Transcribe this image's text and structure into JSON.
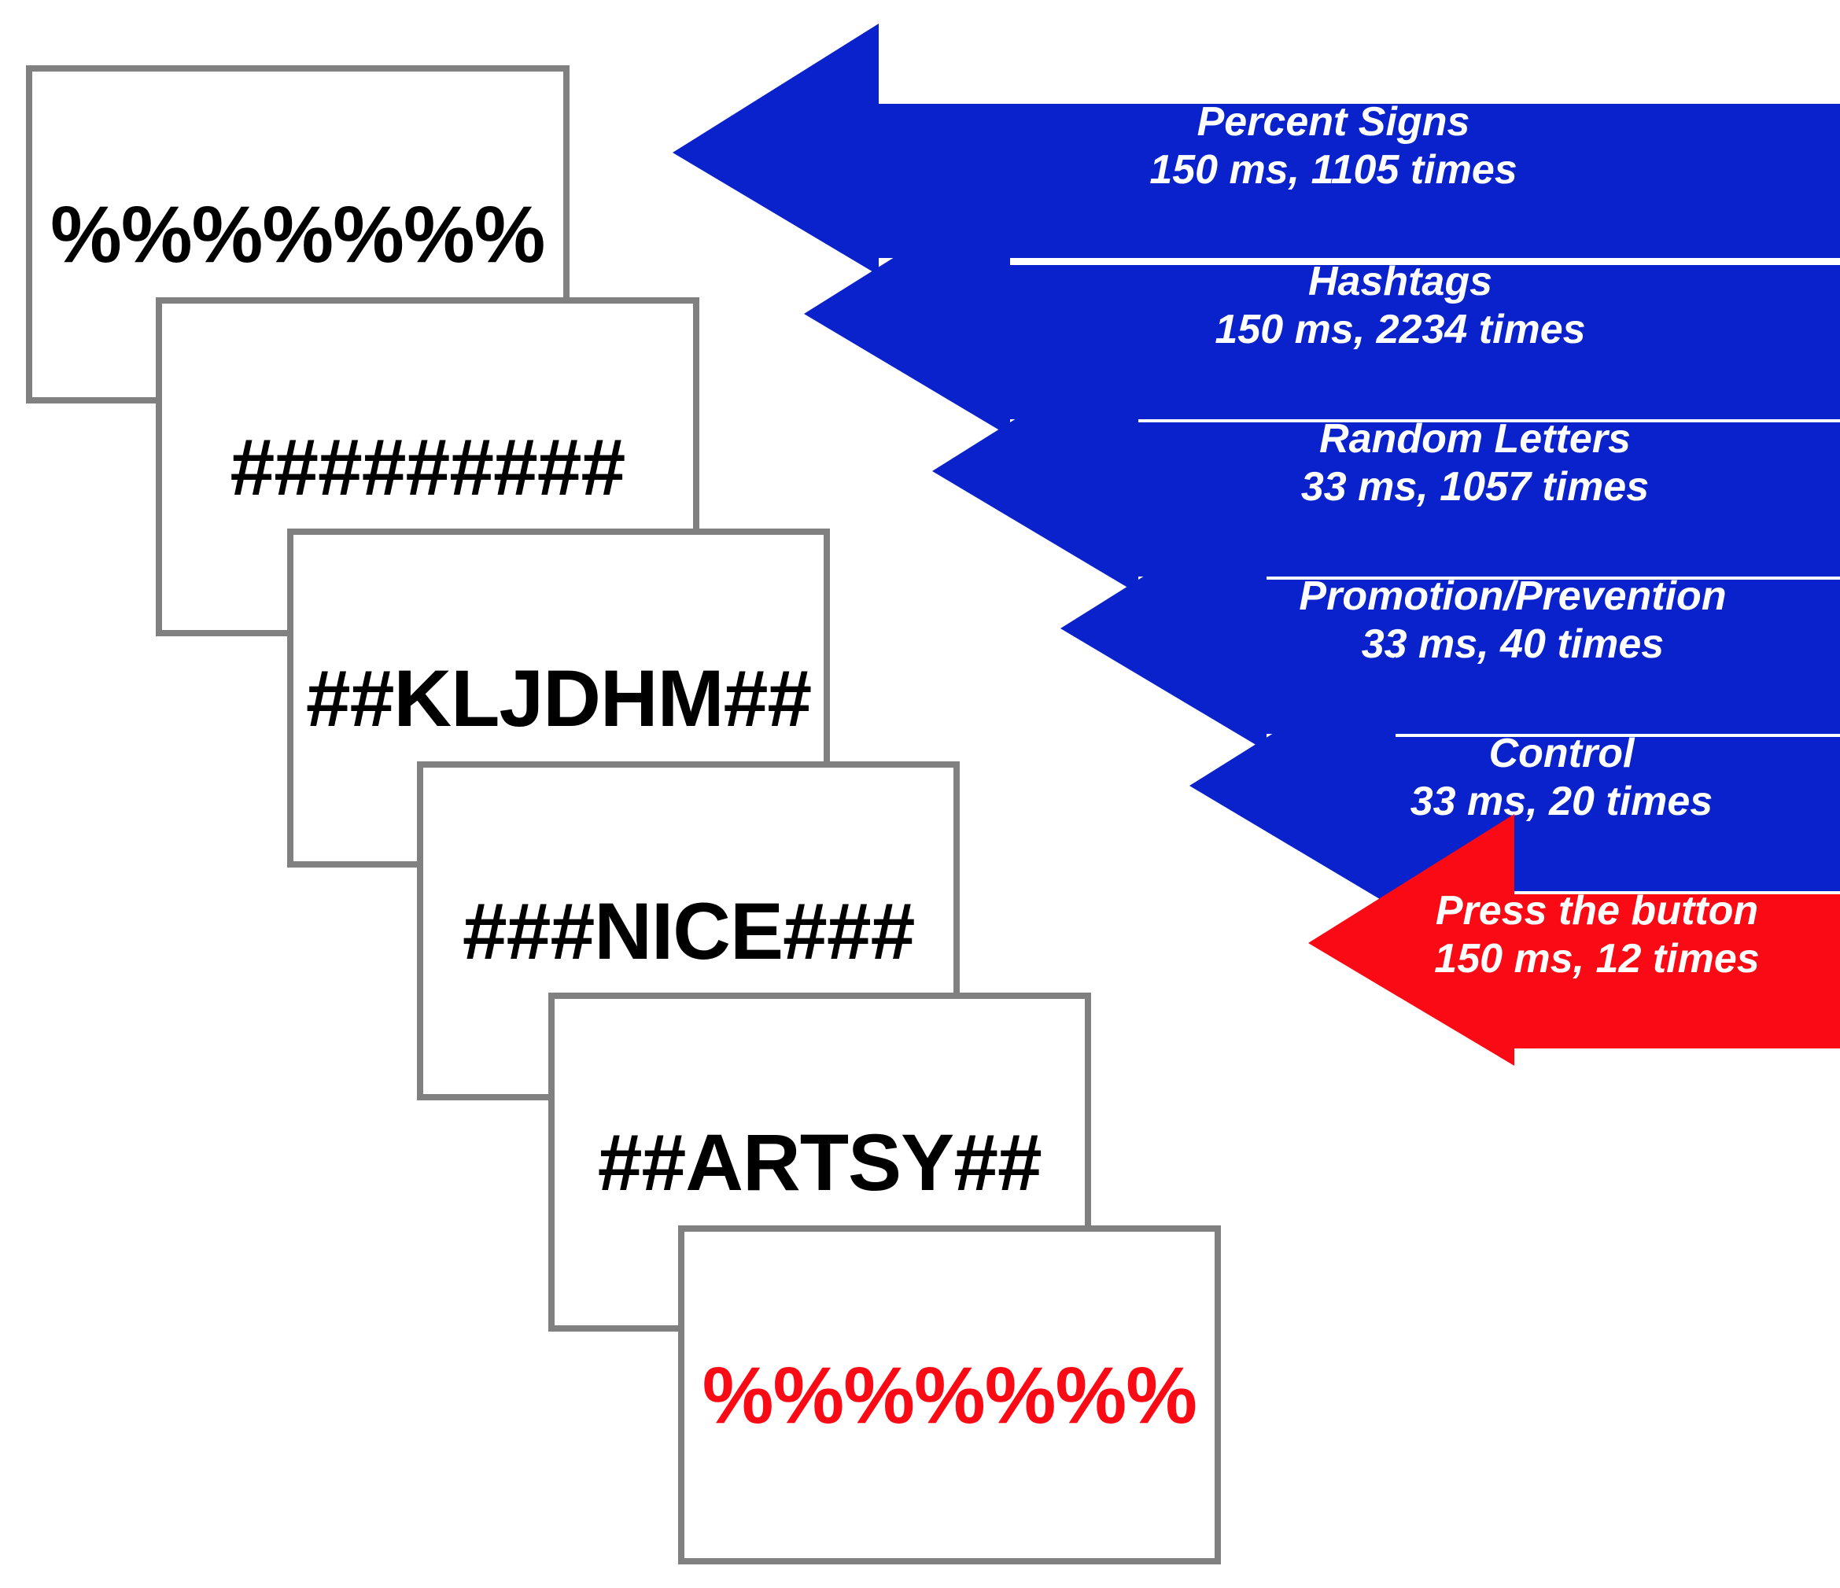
{
  "figure": {
    "type": "experimental-trial-sequence-diagram",
    "colors": {
      "arrow_blue": "#0A22CC",
      "arrow_red": "#FA0A14",
      "card_border_gray": "#808080",
      "card_background": "#FFFFFF",
      "text_black": "#000000",
      "text_white": "#FFFFFF",
      "text_red": "#FA0A14"
    }
  },
  "cards": [
    {
      "id": "card-percent-signs",
      "stimulus": "%%%%%%%",
      "color": "#000000"
    },
    {
      "id": "card-hashtags",
      "stimulus": "#########",
      "color": "#000000"
    },
    {
      "id": "card-random-letters",
      "stimulus": "##KLJDHM##",
      "color": "#000000"
    },
    {
      "id": "card-promotion",
      "stimulus": "###NICE###",
      "color": "#000000"
    },
    {
      "id": "card-control",
      "stimulus": "##ARTSY##",
      "color": "#000000"
    },
    {
      "id": "card-response",
      "stimulus": "%%%%%%%",
      "color": "#FA0A14"
    }
  ],
  "arrows": [
    {
      "id": "arrow-percent-signs",
      "title": "Percent Signs",
      "timing": "150 ms, 1105 times",
      "duration_ms": 150,
      "repetitions": 1105,
      "color": "#0A22CC"
    },
    {
      "id": "arrow-hashtags",
      "title": "Hashtags",
      "timing": "150 ms, 2234 times",
      "duration_ms": 150,
      "repetitions": 2234,
      "color": "#0A22CC"
    },
    {
      "id": "arrow-random-letters",
      "title": "Random Letters",
      "timing": "33 ms, 1057 times",
      "duration_ms": 33,
      "repetitions": 1057,
      "color": "#0A22CC"
    },
    {
      "id": "arrow-promotion-prevention",
      "title": "Promotion/Prevention",
      "timing": "33 ms, 40 times",
      "duration_ms": 33,
      "repetitions": 40,
      "color": "#0A22CC"
    },
    {
      "id": "arrow-control",
      "title": "Control",
      "timing": "33 ms, 20 times",
      "duration_ms": 33,
      "repetitions": 20,
      "color": "#0A22CC"
    },
    {
      "id": "arrow-press-the-button",
      "title": "Press the button",
      "timing": "150 ms, 12 times",
      "duration_ms": 150,
      "repetitions": 12,
      "color": "#FA0A14"
    }
  ]
}
